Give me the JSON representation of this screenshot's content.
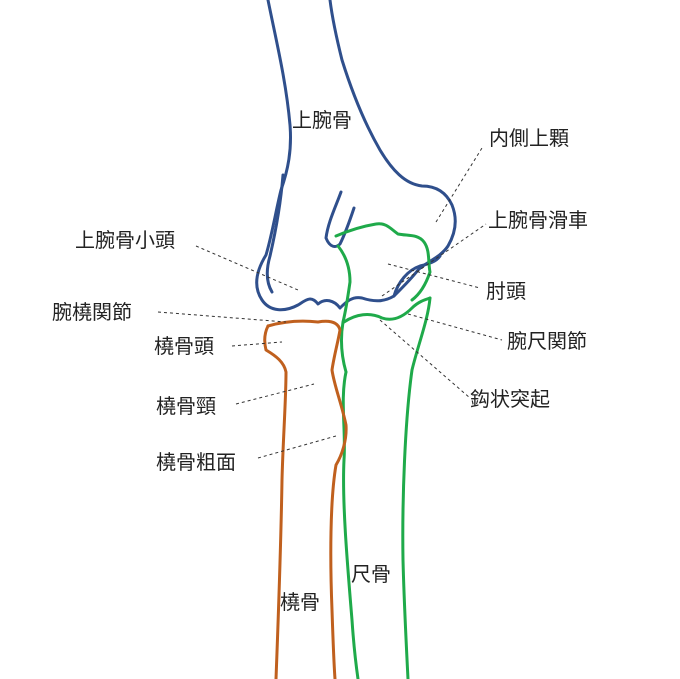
{
  "diagram": {
    "colors": {
      "humerus": "#2f4f8c",
      "ulna": "#1faa4a",
      "radius": "#c0601e",
      "leader": "#333333"
    },
    "labels": {
      "humerus": "上腕骨",
      "medial_epicondyle": "内側上顆",
      "capitulum": "上腕骨小頭",
      "trochlea": "上腕骨滑車",
      "olecranon": "肘頭",
      "humeroradial_joint": "腕橈関節",
      "humeroulnar_joint": "腕尺関節",
      "radial_head": "橈骨頭",
      "radial_neck": "橈骨頸",
      "coronoid_process": "鈎状突起",
      "radial_tuberosity": "橈骨粗面",
      "ulna": "尺骨",
      "radius": "橈骨"
    }
  }
}
